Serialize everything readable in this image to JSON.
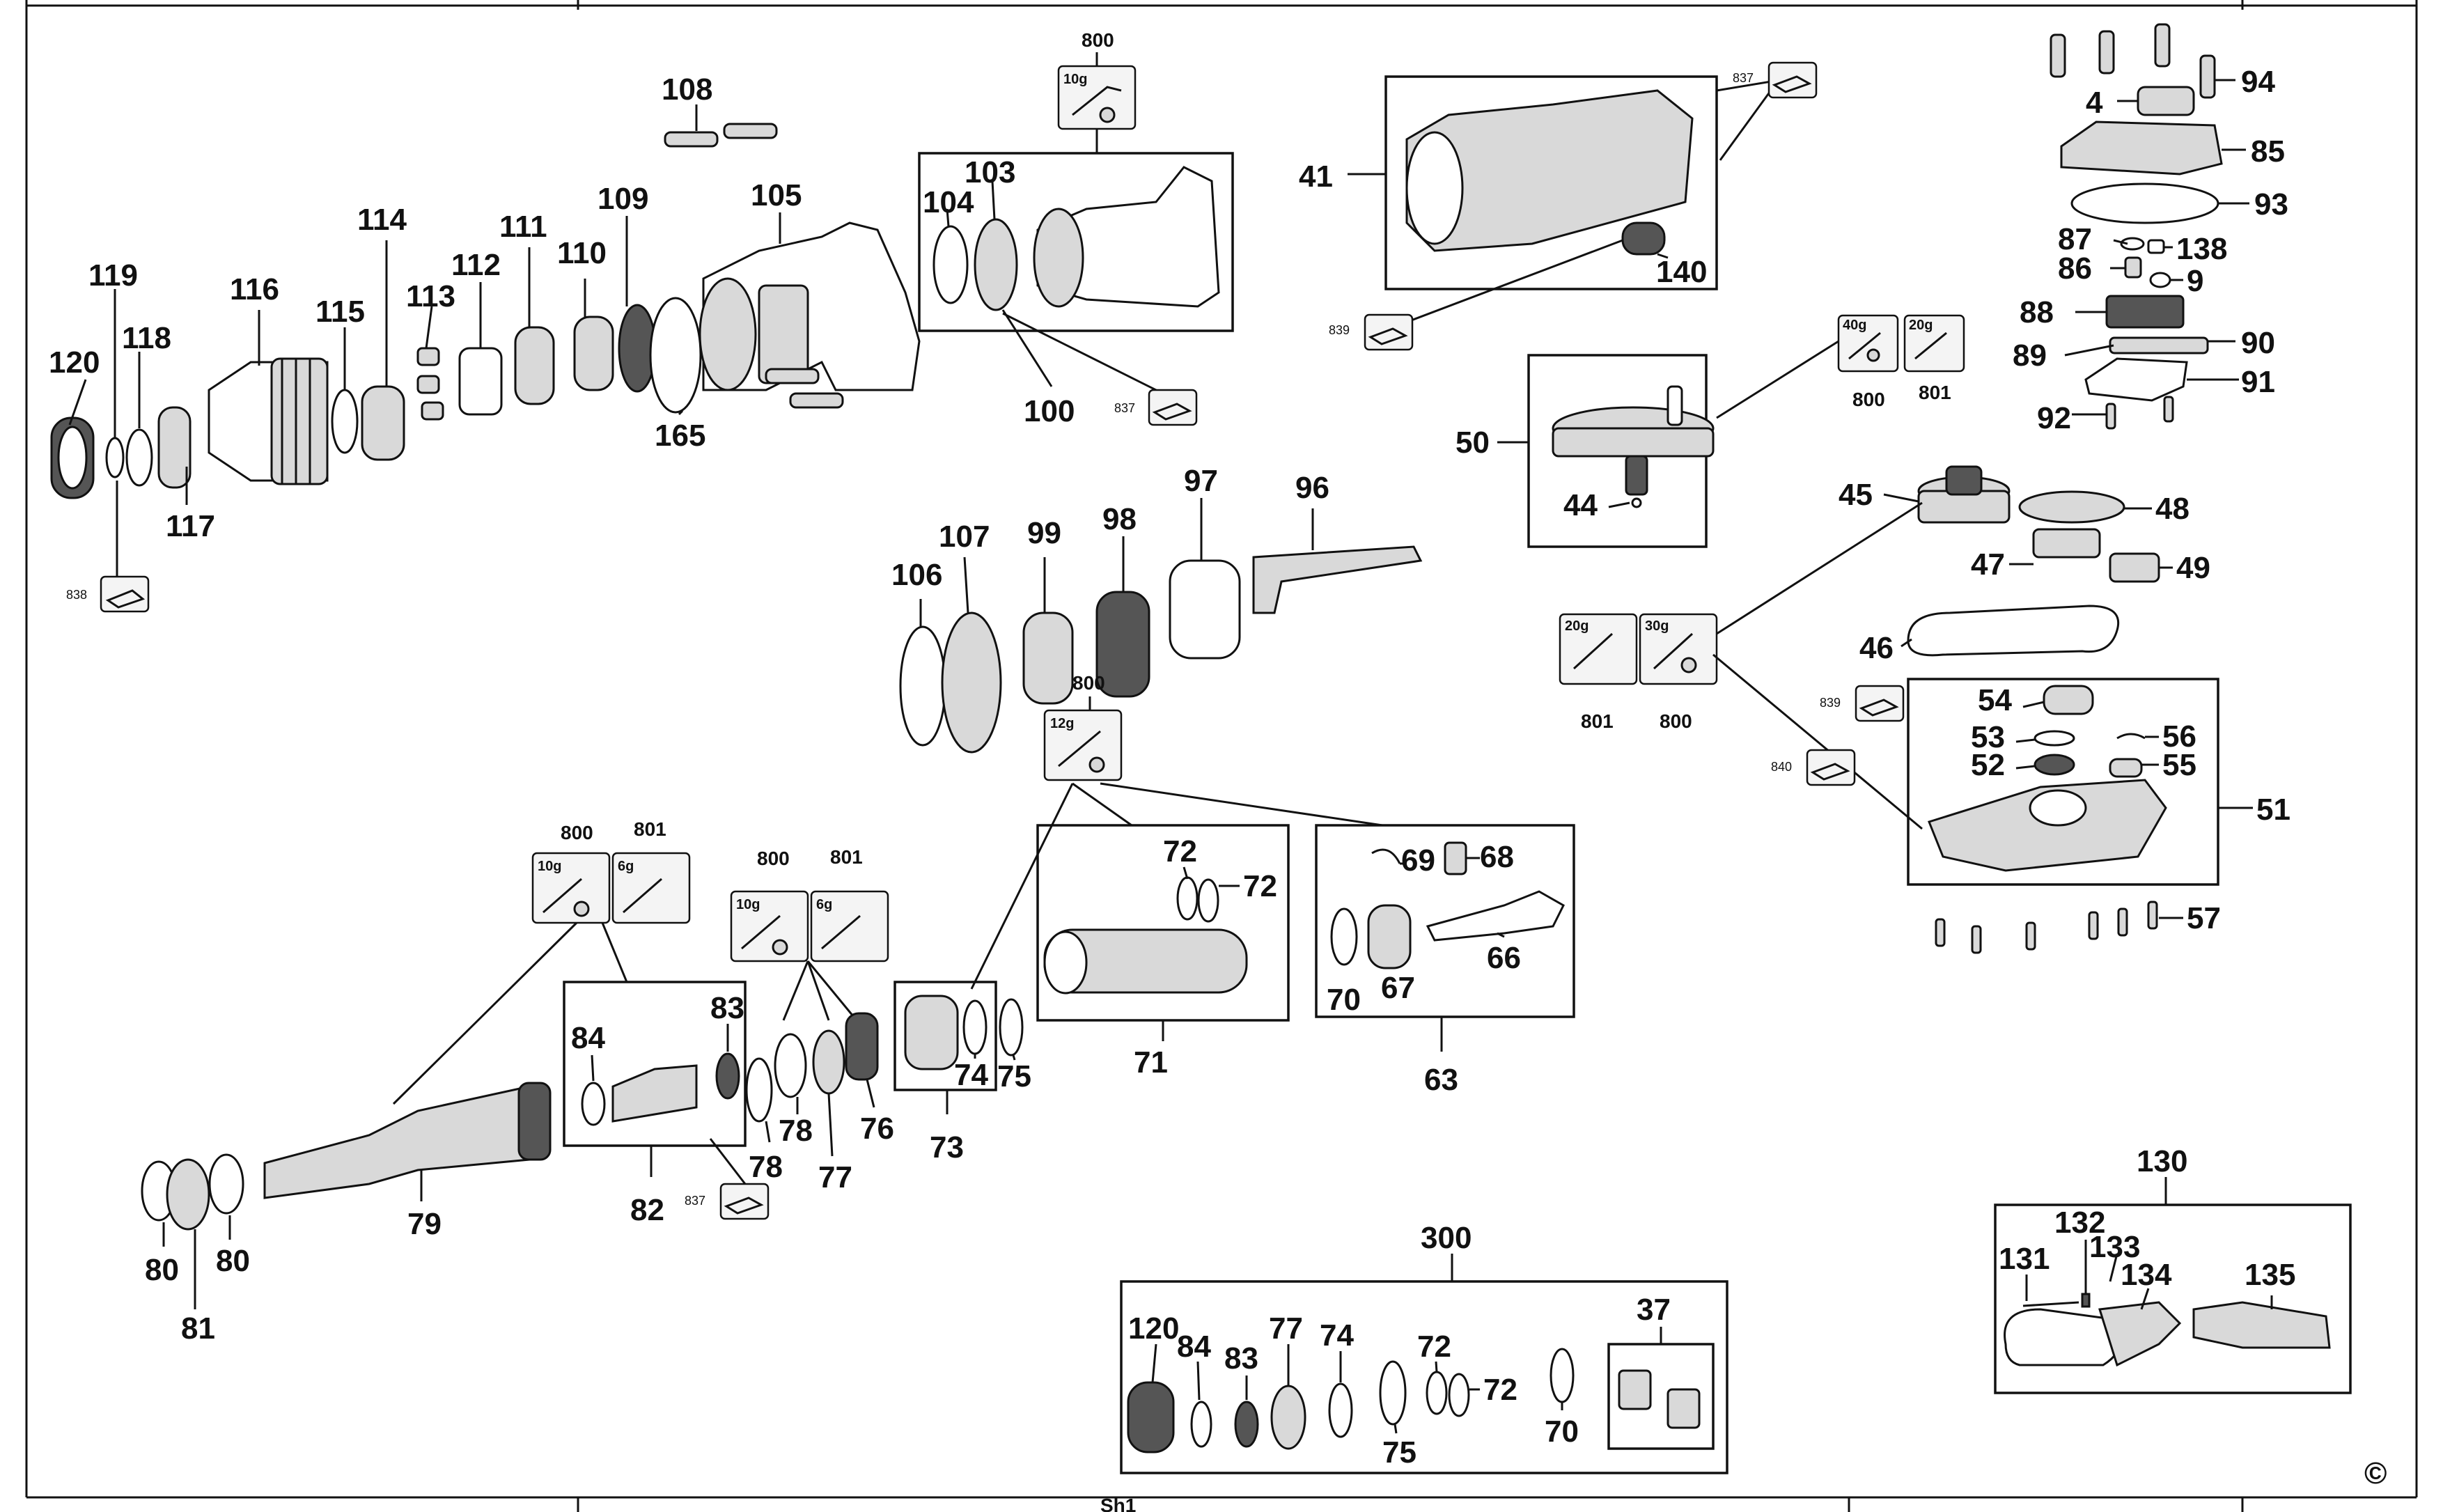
{
  "diagram": {
    "type": "exploded parts diagram",
    "copyright_symbol": "©",
    "footer_text": "Sh1"
  },
  "labels": {
    "p108": "108",
    "p119": "119",
    "p116": "116",
    "p114": "114",
    "p111": "111",
    "p109": "109",
    "p105": "105",
    "p120": "120",
    "p118": "118",
    "p115": "115",
    "p113": "113",
    "p112": "112",
    "p110": "110",
    "p117": "117",
    "p165": "165",
    "p800a": "800",
    "p103": "103",
    "p104": "104",
    "p100": "100",
    "p41": "41",
    "p140": "140",
    "p50": "50",
    "p44": "44",
    "p94": "94",
    "p4": "4",
    "p85": "85",
    "p93": "93",
    "p87": "87",
    "p138": "138",
    "p86": "86",
    "p9": "9",
    "p88": "88",
    "p90": "90",
    "p89": "89",
    "p91": "91",
    "p92": "92",
    "p45": "45",
    "p48": "48",
    "p47": "47",
    "p49": "49",
    "p46": "46",
    "p54": "54",
    "p53": "53",
    "p56": "56",
    "p52": "52",
    "p55": "55",
    "p51": "51",
    "p57": "57",
    "p106": "106",
    "p107": "107",
    "p99": "99",
    "p98": "98",
    "p97": "97",
    "p96": "96",
    "p800b": "800",
    "p800c": "800",
    "p801c": "801",
    "p800d": "800",
    "p801d": "801",
    "p84": "84",
    "p83": "83",
    "p79": "79",
    "p80a": "80",
    "p80b": "80",
    "p81": "81",
    "p82": "82",
    "p78a": "78",
    "p78b": "78",
    "p77": "77",
    "p76": "76",
    "p74": "74",
    "p75": "75",
    "p73": "73",
    "p72a": "72",
    "p72b": "72",
    "p71": "71",
    "p69": "69",
    "p68": "68",
    "p70": "70",
    "p67": "67",
    "p66": "66",
    "p63": "63",
    "p300": "300",
    "p120b": "120",
    "p84b": "84",
    "p83b": "83",
    "p77b": "77",
    "p74b": "74",
    "p75b": "75",
    "p72c": "72",
    "p72d": "72",
    "p70b": "70",
    "p37": "37",
    "p130": "130",
    "p131": "131",
    "p132": "132",
    "p133": "133",
    "p134": "134",
    "p135": "135",
    "p800e": "800",
    "p801e": "801",
    "p800f": "800",
    "p801f": "801"
  },
  "grease_refs": {
    "r837a": "837",
    "r837b": "837",
    "r837c": "837",
    "r838": "838",
    "r839a": "839",
    "r839b": "839",
    "r840": "840"
  },
  "grease_amounts": {
    "g10a": "10g",
    "g40": "40g",
    "g20a": "20g",
    "g20b": "20g",
    "g30": "30g",
    "g12": "12g",
    "g10b": "10g",
    "g6a": "6g",
    "g10c": "10g",
    "g6b": "6g"
  }
}
